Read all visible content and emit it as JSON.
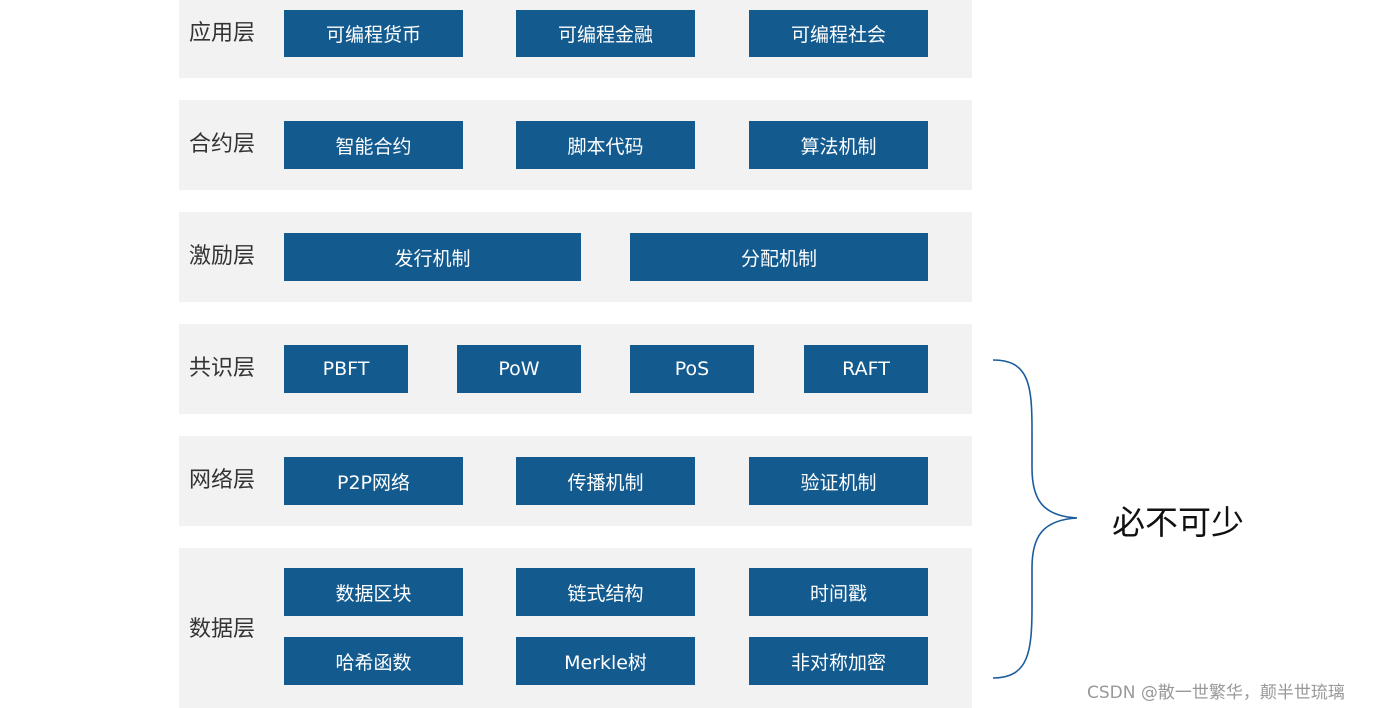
{
  "layers": [
    {
      "label": "应用层",
      "boxes": [
        "可编程货币",
        "可编程金融",
        "可编程社会"
      ]
    },
    {
      "label": "合约层",
      "boxes": [
        "智能合约",
        "脚本代码",
        "算法机制"
      ]
    },
    {
      "label": "激励层",
      "boxes": [
        "发行机制",
        "分配机制"
      ]
    },
    {
      "label": "共识层",
      "boxes": [
        "PBFT",
        "PoW",
        "PoS",
        "RAFT"
      ]
    },
    {
      "label": "网络层",
      "boxes": [
        "P2P网络",
        "传播机制",
        "验证机制"
      ]
    },
    {
      "label": "数据层",
      "boxes": [
        "数据区块",
        "链式结构",
        "时间戳",
        "哈希函数",
        "Merkle树",
        "非对称加密"
      ]
    }
  ],
  "brace_label": "必不可少",
  "brace_color": "#1a5c9c",
  "box_color": "#135a8f",
  "layer_bg_color": "#f2f2f2",
  "watermark": "CSDN @散一世繁华，颠半世琉璃"
}
